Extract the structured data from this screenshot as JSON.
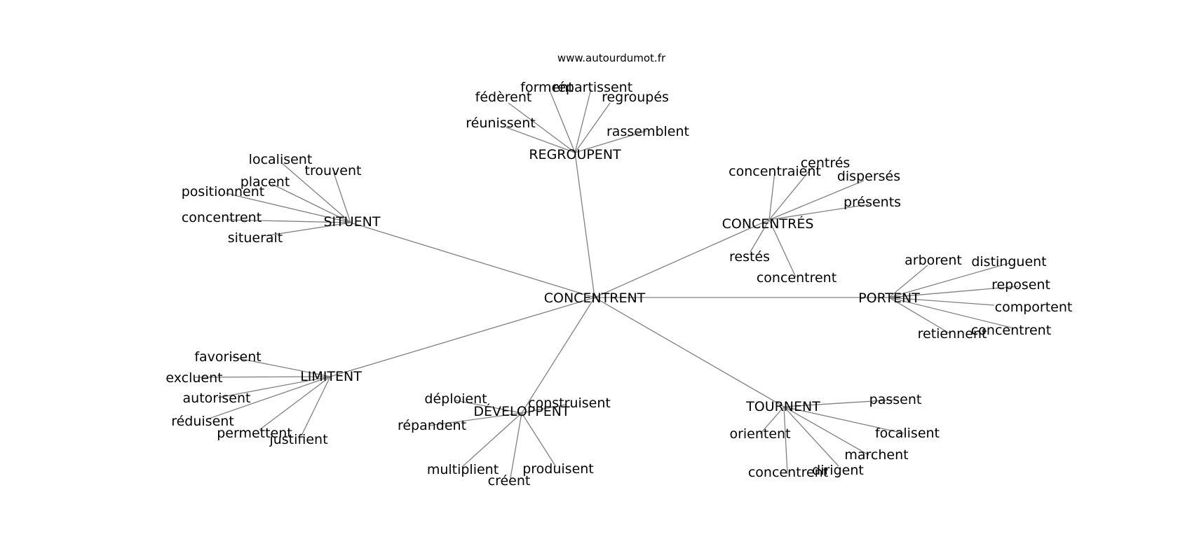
{
  "watermark": "www.autourdumot.fr",
  "center": "CONCENTRENT",
  "clusters": [
    {
      "hub": "REGROUPENT",
      "leaves": [
        "fédèrent",
        "forment",
        "répartissent",
        "regroupés",
        "réunissent",
        "rassemblent"
      ]
    },
    {
      "hub": "SITUENT",
      "leaves": [
        "localisent",
        "trouvent",
        "placent",
        "positionnent",
        "concentrent",
        "situerait"
      ]
    },
    {
      "hub": "CONCENTRÉS",
      "leaves": [
        "concentraient",
        "centrés",
        "dispersés",
        "présents",
        "restés",
        "concentrent"
      ]
    },
    {
      "hub": "PORTENT",
      "leaves": [
        "arborent",
        "distinguent",
        "reposent",
        "comportent",
        "concentrent",
        "retiennent"
      ]
    },
    {
      "hub": "LIMITENT",
      "leaves": [
        "favorisent",
        "excluent",
        "autorisent",
        "réduisent",
        "permettent",
        "justifient"
      ]
    },
    {
      "hub": "DÉVELOPPENT",
      "leaves": [
        "déploient",
        "construisent",
        "répandent",
        "multiplient",
        "créent",
        "produisent"
      ]
    },
    {
      "hub": "TOURNENT",
      "leaves": [
        "passent",
        "orientent",
        "focalisent",
        "marchent",
        "concentrent",
        "dirigent"
      ]
    }
  ]
}
